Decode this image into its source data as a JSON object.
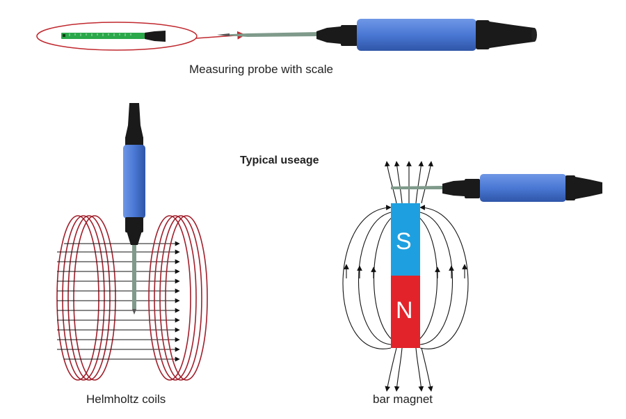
{
  "captions": {
    "probe": "Measuring probe with scale",
    "typical": "Typical useage",
    "helmholtz": "Helmholtz coils",
    "magnet": "bar magnet"
  },
  "magnet": {
    "south_label": "S",
    "north_label": "N"
  },
  "colors": {
    "probe_handle": "#4a78d4",
    "probe_cap": "#1a1a1a",
    "coil": "#a01e2a",
    "magnet_south": "#1ea0e0",
    "magnet_north": "#e2232a",
    "scale_pcb": "#2aa84a",
    "highlight_ellipse": "#c0282e"
  },
  "icons": [
    "probe-icon",
    "scale-pcb-icon",
    "helmholtz-coil-icon",
    "bar-magnet-icon",
    "field-line-icon"
  ]
}
